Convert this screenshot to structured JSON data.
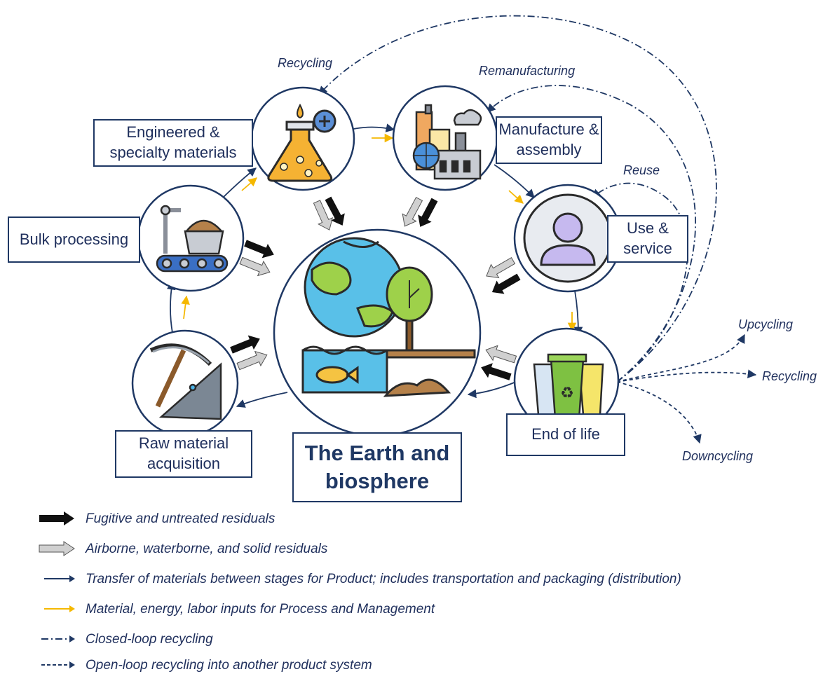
{
  "stages": {
    "engineered": "Engineered & specialty materials",
    "manufacture": "Manufacture & assembly",
    "use": "Use & service",
    "bulk": "Bulk processing",
    "raw": "Raw material acquisition",
    "end": "End of life",
    "earth": "The Earth and biosphere"
  },
  "flows": {
    "recycling_top": "Recycling",
    "remanufacturing": "Remanufacturing",
    "reuse": "Reuse",
    "upcycling": "Upcycling",
    "recycling_right": "Recycling",
    "downcycling": "Downcycling"
  },
  "legend": [
    "Fugitive and untreated residuals",
    "Airborne, waterborne, and solid residuals",
    "Transfer of materials between stages for Product; includes transportation and packaging (distribution)",
    "Material, energy, labor inputs for Process and Management",
    "Closed-loop recycling",
    "Open-loop recycling into another product system"
  ],
  "colors": {
    "navy": "#1f3864",
    "orange": "#f5b800",
    "black_arrow": "#111111",
    "gray_arrow": "#c8c8c8"
  }
}
